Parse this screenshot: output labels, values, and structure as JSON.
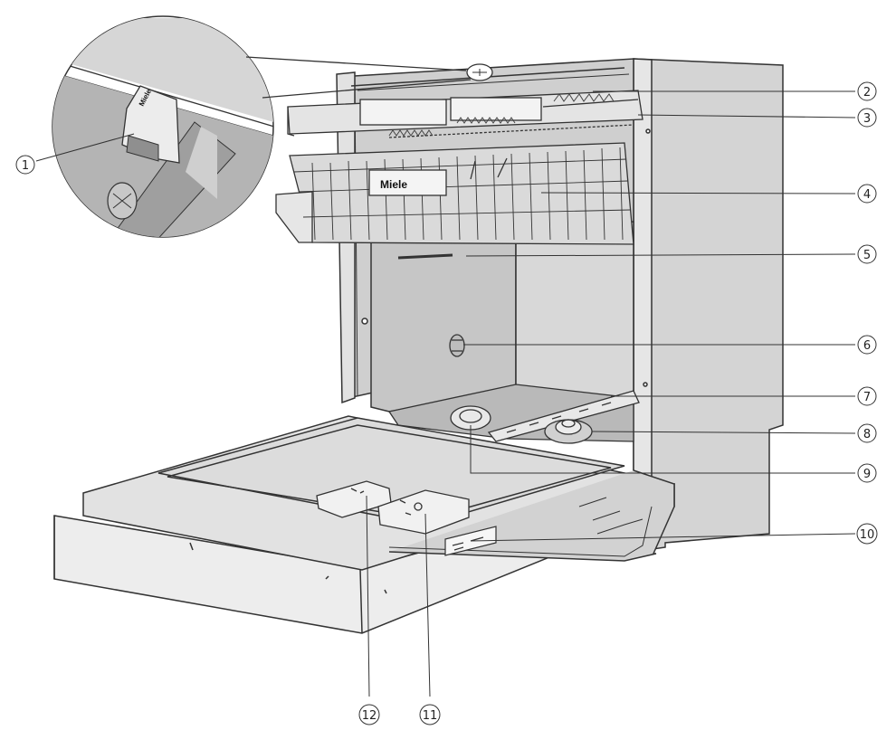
{
  "figure": {
    "brand_logo": "Miele",
    "logo_on_latch": "Miele"
  },
  "callouts": [
    {
      "id": "1",
      "label": "①"
    },
    {
      "id": "2",
      "label": "②"
    },
    {
      "id": "3",
      "label": "③"
    },
    {
      "id": "4",
      "label": "④"
    },
    {
      "id": "5",
      "label": "⑤"
    },
    {
      "id": "6",
      "label": "⑥"
    },
    {
      "id": "7",
      "label": "⑦"
    },
    {
      "id": "8",
      "label": "⑧"
    },
    {
      "id": "9",
      "label": "⑨"
    },
    {
      "id": "10",
      "label": "⑩"
    },
    {
      "id": "11",
      "label": "⑪"
    },
    {
      "id": "12",
      "label": "⑫"
    }
  ],
  "colors": {
    "line": "#333333",
    "panel_gray": "#d9d9d9",
    "interior_gray": "#c8c8c8",
    "inset_gray": "#bdbdbd"
  }
}
